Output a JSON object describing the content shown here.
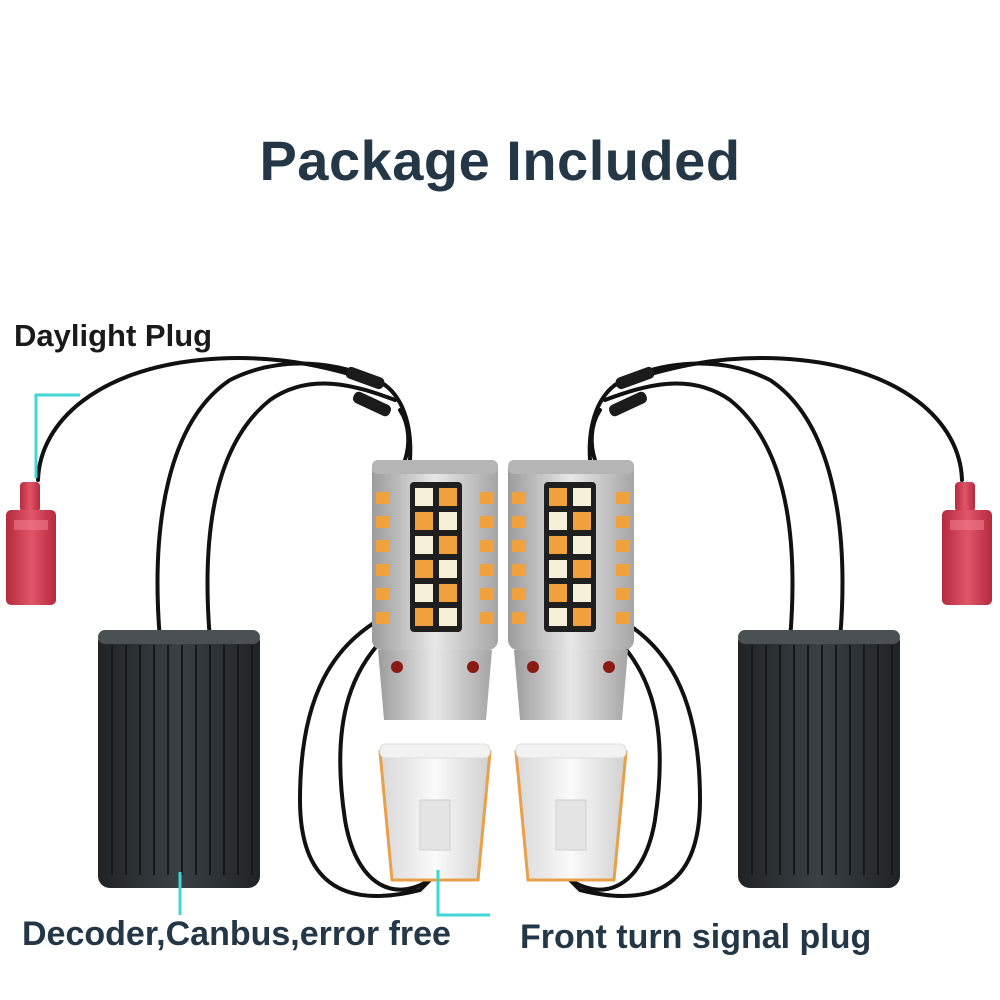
{
  "title": "Package Included",
  "labels": {
    "daylight_plug": "Daylight Plug",
    "decoder": "Decoder,Canbus,error free",
    "front_turn_signal": "Front turn signal plug"
  },
  "colors": {
    "title": "#243746",
    "callout_line": "#3fd6d6",
    "decoder_body": "#2b3033",
    "plug_red": "#d63a4f",
    "led_amber": "#f2a23c",
    "led_white": "#f6f0d8",
    "bulb_silver": "#c9c9c9"
  }
}
